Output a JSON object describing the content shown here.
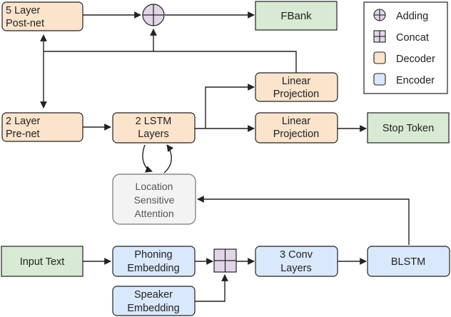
{
  "nodes": {
    "postnet": {
      "line1": "5 Layer",
      "line2": "Post-net",
      "fill": "#fbe3cc"
    },
    "fbank": {
      "label": "FBank",
      "fill": "#d8ead3"
    },
    "prenet": {
      "line1": "2 Layer",
      "line2": "Pre-net",
      "fill": "#fbe3cc"
    },
    "lstm": {
      "line1": "2 LSTM",
      "line2": "Layers",
      "fill": "#fbe3cc"
    },
    "linear_top": {
      "line1": "Linear",
      "line2": "Projection",
      "fill": "#fbe3cc"
    },
    "linear_bottom": {
      "line1": "Linear",
      "line2": "Projection",
      "fill": "#fbe3cc"
    },
    "stop_token": {
      "label": "Stop Token",
      "fill": "#d8ead3"
    },
    "attention": {
      "line1": "Location",
      "line2": "Sensitive",
      "line3": "Attention",
      "fill": "#f3f3f3"
    },
    "input_text": {
      "label": "Input Text",
      "fill": "#d8ead3"
    },
    "phoning": {
      "line1": "Phoning",
      "line2": "Embedding",
      "fill": "#dae8fc"
    },
    "speaker": {
      "line1": "Speaker",
      "line2": "Embedding",
      "fill": "#dae8fc"
    },
    "conv": {
      "line1": "3 Conv",
      "line2": "Layers",
      "fill": "#dae8fc"
    },
    "blstm": {
      "label": "BLSTM",
      "fill": "#dae8fc"
    }
  },
  "legend": {
    "adding": "Adding",
    "concat": "Concat",
    "decoder": "Decoder",
    "encoder": "Encoder"
  },
  "colors": {
    "decoder": "#fbe3cc",
    "encoder": "#dae8fc",
    "io": "#d8ead3",
    "attention": "#f3f3f3",
    "operator": "#e1d5e7",
    "stroke": "#222222"
  }
}
